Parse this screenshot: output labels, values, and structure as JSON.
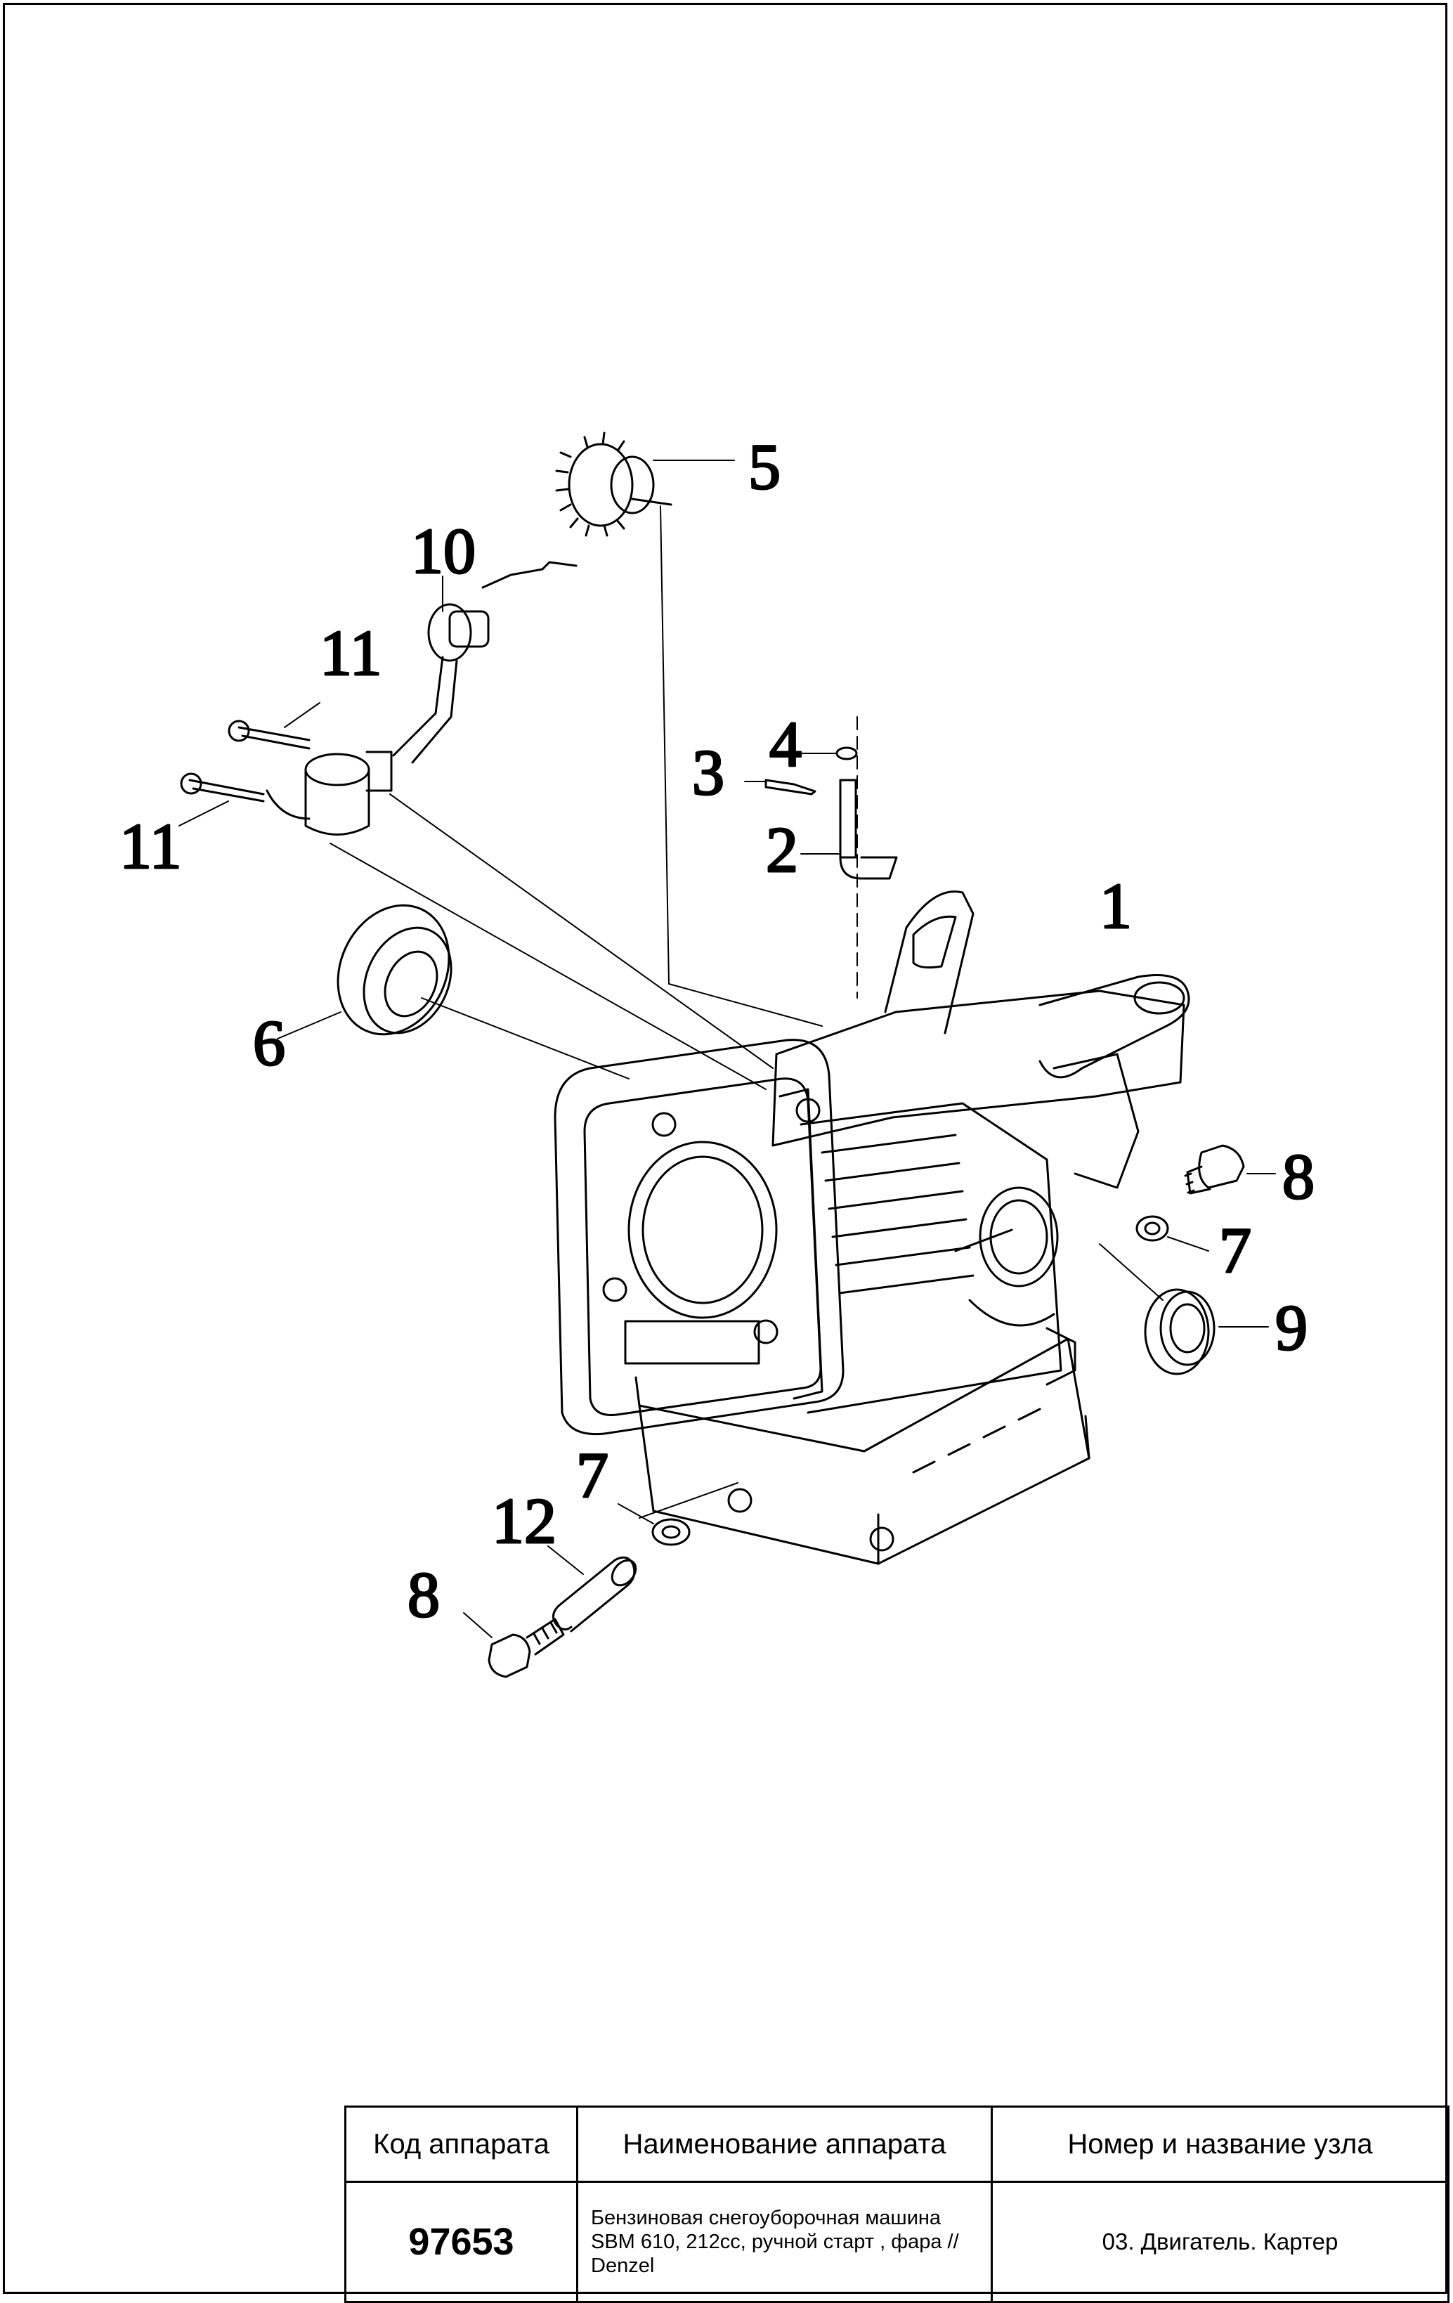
{
  "callouts": {
    "c1": "1",
    "c2": "2",
    "c3": "3",
    "c4": "4",
    "c5": "5",
    "c6": "6",
    "c7a": "7",
    "c7b": "7",
    "c8a": "8",
    "c8b": "8",
    "c9": "9",
    "c10": "10",
    "c11a": "11",
    "c11b": "11",
    "c12": "12"
  },
  "title_block": {
    "code_header": "Код аппарата",
    "name_header": "Наименование аппарата",
    "node_header": "Номер и название узла",
    "code_value": "97653",
    "name_value": "Бензиновая снегоуборочная машина SBM 610, 212cc, ручной старт , фара // Denzel",
    "node_value": "03. Двигатель. Картер"
  }
}
